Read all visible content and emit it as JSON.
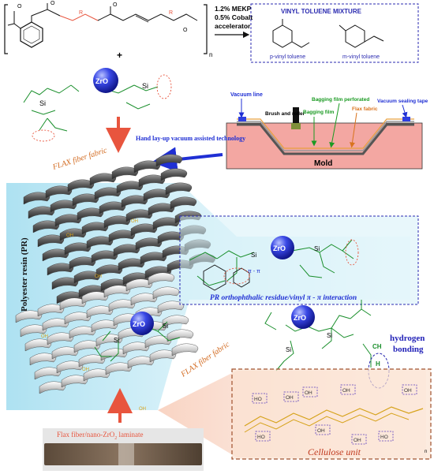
{
  "colors": {
    "resin_blue": "#bfe9f3",
    "flax_label": "#d2691e",
    "arrow_red": "#e8553e",
    "arrow_blue": "#1f2fd4",
    "zro2_sphere": "#2f3fe0",
    "dashed_box": "#2a2ab0",
    "cellulose_box": "#a0522d",
    "cellulose_fill": "#fbe3d2",
    "mold_fill": "#f3a7a2",
    "hbond_text": "#2323b8",
    "oh_box": "#5b3fbd",
    "chain_yellow": "#d6a21a",
    "silane_green": "#1a8f2c"
  },
  "reaction": {
    "catalyst_line1": "1.2% MEKP",
    "catalyst_line2": "0.5% Cobalt",
    "catalyst_line3": "accelerator",
    "plus": "+",
    "subscript_n": "n",
    "box_title": "VINYL TOLUENE MIXTURE",
    "p_label": "p-vinyl toluene",
    "m_label": "m-vinyl toluene",
    "r_label": "R",
    "o_label": "O"
  },
  "mold": {
    "vacuum_line": "Vacuum line",
    "brush": "Brush and roller",
    "bagging_perf": "Bagging film perforated",
    "bagging": "Bagging film",
    "flax_fabric": "Flax fabric",
    "sealing_tape": "Vacuum sealing tape",
    "mold_label": "Mold"
  },
  "labels": {
    "hand_layup": "Hand lay-up vacuum assisted technology",
    "flax_fiber_fabric_top": "FLAX fiber fabric",
    "flax_fiber_fabric_bottom": "FLAX fiber fabric",
    "polyester_resin": "Polyester resin (PR)",
    "pr_interaction": "PR orthophthalic residue/vinyl π - π interaction",
    "pi_pi": "π - π",
    "zro2": "ZrO",
    "zro2_sub": "2",
    "si": "Si",
    "o": "O",
    "oh": "OH",
    "ho": "HO",
    "hydrogen": "hydrogen",
    "bonding": "bonding",
    "ch": "CH",
    "h": "H",
    "cellulose_unit": "Cellulose unit",
    "laminate_label": "Flax fiber/nano-ZrO",
    "laminate_suffix": " laminate",
    "n": "n"
  }
}
